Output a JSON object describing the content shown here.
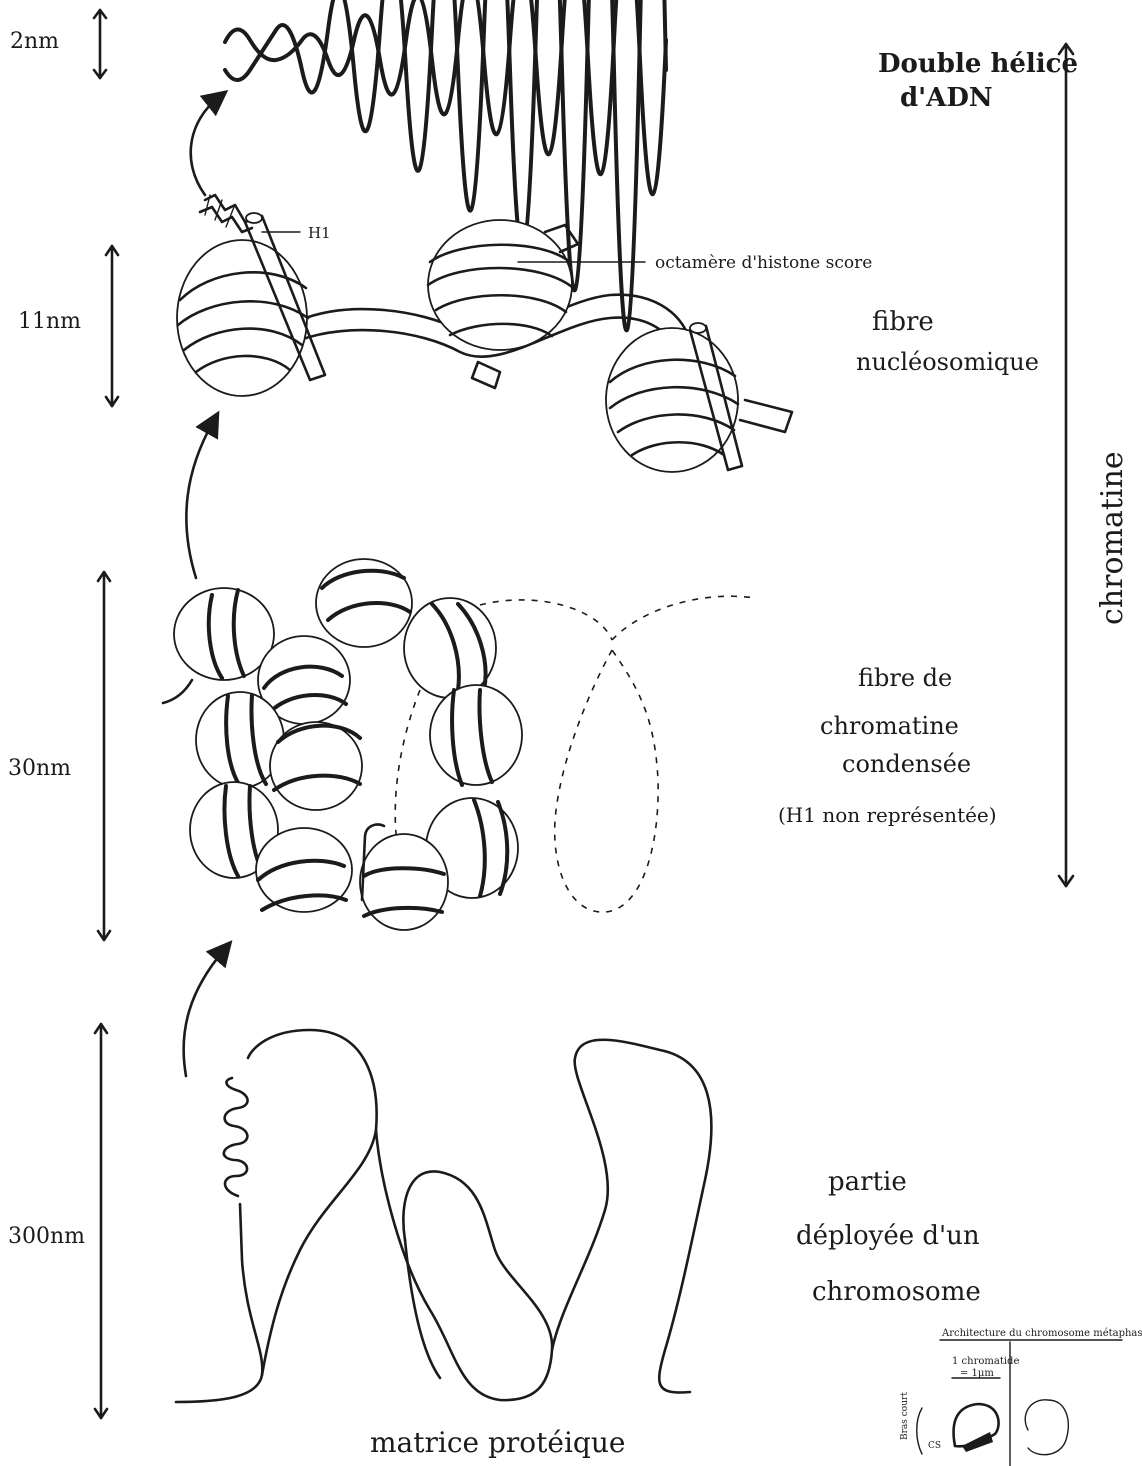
{
  "scale_labels": {
    "dna": "2nm",
    "nucleosome": "11nm",
    "fiber30": "30nm",
    "loops": "300nm"
  },
  "labels": {
    "double_helix_line1": "Double hélice",
    "double_helix_line2": "d'ADN",
    "h1": "H1",
    "octamer": "octamère d'histone score",
    "nucleosome_fiber_line1": "fibre",
    "nucleosome_fiber_line2": "nucléosomique",
    "condensed_line1": "fibre de",
    "condensed_line2": "chromatine",
    "condensed_line3": "condensée",
    "condensed_line4": "(H1 non représentée)",
    "chromatin_range": "chromatine",
    "deployed_line1": "partie",
    "deployed_line2": "déployée d'un",
    "deployed_line3": "chromosome",
    "matrix": "matrice protéique"
  },
  "inset": {
    "title": "Architecture du chromosome métaphasique",
    "chromatid_line1": "1 chromatide",
    "chromatid_line2": "= 1µm",
    "arm": "Bras court",
    "centromere": "CS"
  }
}
